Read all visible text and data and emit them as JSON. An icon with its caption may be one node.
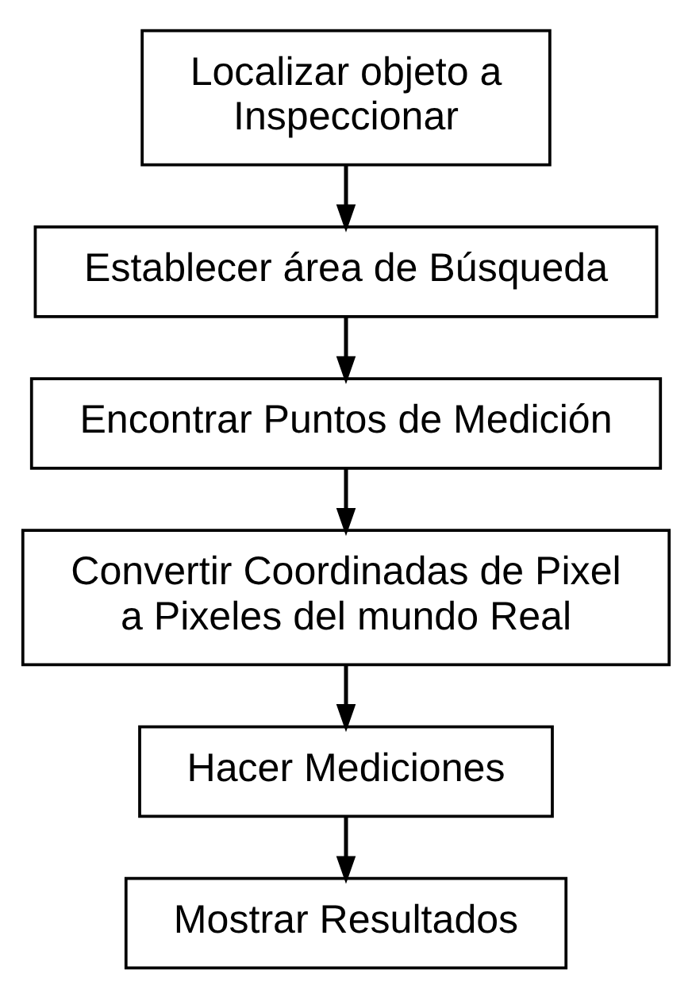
{
  "diagram": {
    "nodes": [
      {
        "text": [
          "Localizar objeto a Inspeccionar"
        ]
      },
      {
        "text": [
          "Establecer área de Búsqueda"
        ]
      },
      {
        "text": [
          "Encontrar Puntos de Medición"
        ]
      },
      {
        "text": [
          "Convertir Coordinadas de Pixel a Pixeles del mundo Real"
        ]
      },
      {
        "text": [
          "Hacer Mediciones"
        ]
      },
      {
        "text": [
          "Mostrar Resultados"
        ]
      }
    ],
    "edges": [
      {
        "from": 0,
        "to": 1,
        "arrow": "to"
      },
      {
        "from": 1,
        "to": 2,
        "arrow": "to"
      },
      {
        "from": 2,
        "to": 3,
        "arrow": "to"
      },
      {
        "from": 3,
        "to": 4,
        "arrow": "to"
      },
      {
        "from": 4,
        "to": 5,
        "arrow": "to"
      }
    ]
  }
}
